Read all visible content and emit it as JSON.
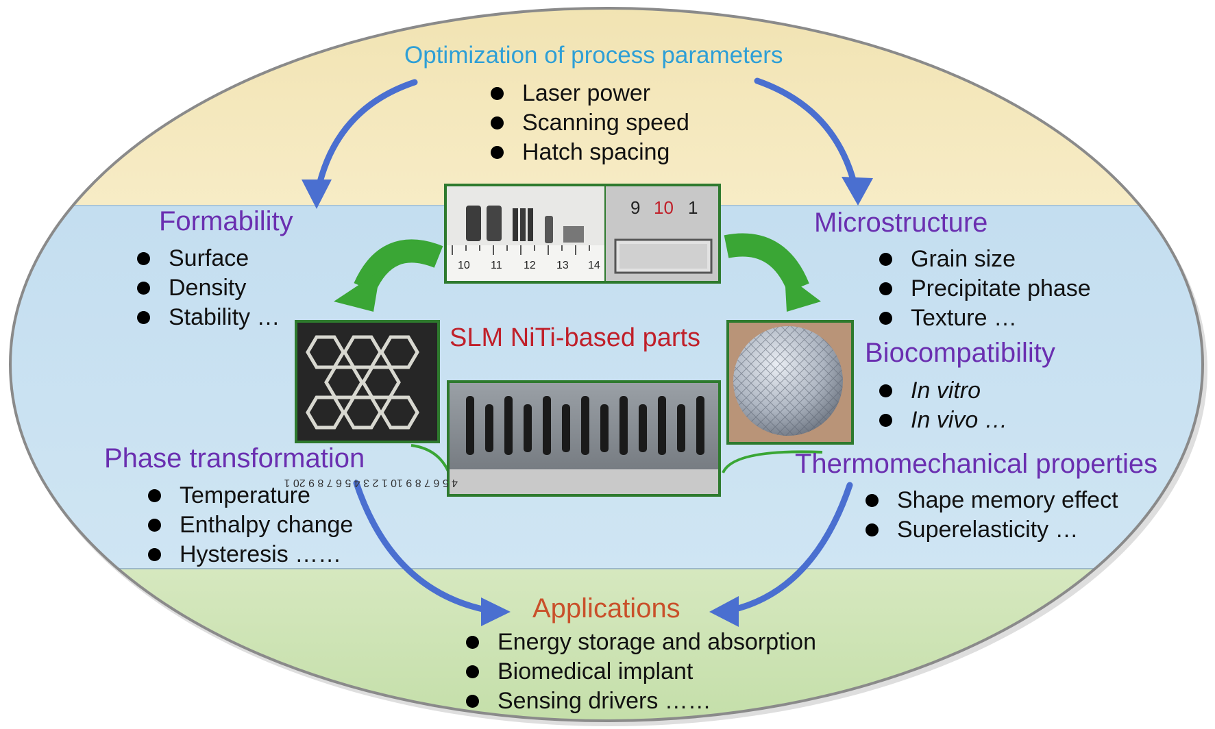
{
  "top": {
    "heading": "Optimization of process parameters",
    "items": [
      "Laser power",
      "Scanning speed",
      "Hatch  spacing"
    ]
  },
  "formability": {
    "heading": "Formability",
    "items": [
      "Surface",
      "Density",
      "Stability …"
    ]
  },
  "microstructure": {
    "heading": "Microstructure",
    "items": [
      "Grain size",
      "Precipitate phase",
      "Texture …"
    ]
  },
  "center": {
    "title": "SLM NiTi-based parts",
    "ruler_top": [
      "10",
      "11",
      "12",
      "13",
      "14"
    ],
    "ruler_zoom": [
      "9",
      "10",
      "1"
    ],
    "ruler_bottom": "4 5 6 7 8 9 10 1 2 3 4 5 6 7 8 9 20 1"
  },
  "biocompatibility": {
    "heading": "Biocompatibility",
    "items": [
      "In vitro",
      "In vivo …"
    ]
  },
  "phase": {
    "heading": "Phase transformation",
    "items": [
      "Temperature",
      "Enthalpy change",
      "Hysteresis ……"
    ]
  },
  "thermo": {
    "heading": "Thermomechanical properties",
    "items": [
      "Shape memory effect",
      "Superelasticity …"
    ]
  },
  "applications": {
    "heading": "Applications",
    "items": [
      "Energy storage and  absorption",
      "Biomedical implant",
      "Sensing drivers ……"
    ]
  },
  "colors": {
    "top_band": "#f3e6b4",
    "middle_band": "#c9e1f1",
    "bottom_band": "#c9e2b0",
    "blue_arrow": "#4a6fd0",
    "green_arrow": "#3aa635",
    "heading_purple": "#6a2fb0",
    "heading_blue": "#2e9fd6",
    "heading_orange": "#c9502a",
    "title_red": "#c0202a"
  }
}
